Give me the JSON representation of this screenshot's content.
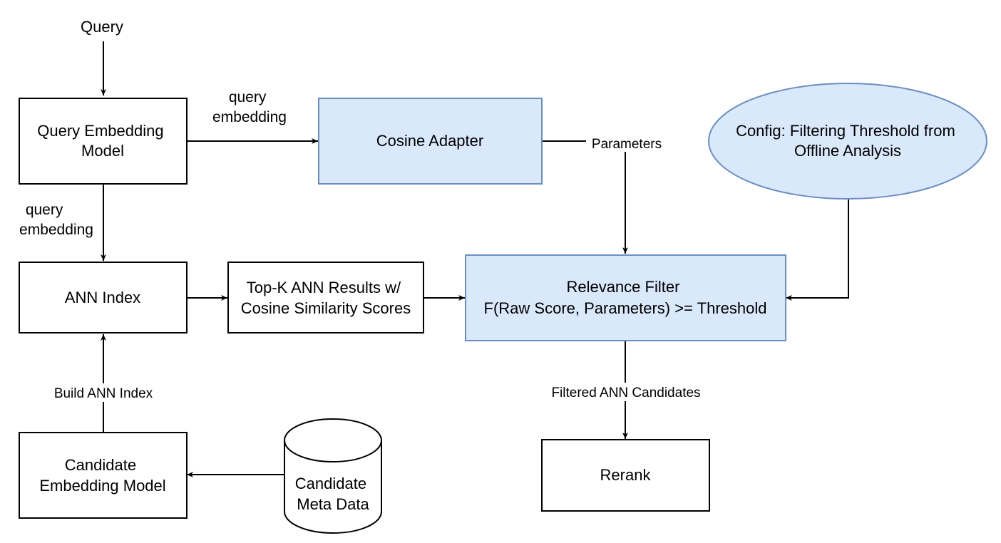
{
  "diagram": {
    "nodes": {
      "query": {
        "label": "Query"
      },
      "query_embedding_model": {
        "lines": [
          "Query Embedding",
          "Model"
        ]
      },
      "cosine_adapter": {
        "label": "Cosine Adapter"
      },
      "config": {
        "lines": [
          "Config: Filtering Threshold from",
          "Offline Analysis"
        ]
      },
      "ann_index": {
        "label": "ANN Index"
      },
      "topk_results": {
        "lines": [
          "Top-K ANN Results w/",
          "Cosine Similarity Scores"
        ]
      },
      "relevance_filter": {
        "lines": [
          "Relevance Filter",
          "F(Raw Score, Parameters) >= Threshold"
        ]
      },
      "candidate_embedding_model": {
        "lines": [
          "Candidate",
          "Embedding Model"
        ]
      },
      "candidate_meta_data": {
        "lines": [
          "Candidate",
          "Meta Data"
        ]
      },
      "rerank": {
        "label": "Rerank"
      }
    },
    "edges": {
      "qem_to_cosine": {
        "lines": [
          "query",
          "embedding"
        ]
      },
      "qem_to_ann": {
        "lines": [
          "query",
          "embedding"
        ]
      },
      "cosine_to_filter": {
        "label": "Parameters"
      },
      "candidate_to_ann": {
        "label": "Build ANN Index"
      },
      "filter_to_rerank": {
        "label": "Filtered ANN Candidates"
      }
    }
  },
  "colors": {
    "highlight_fill": "#dae8fc",
    "highlight_stroke": "#6c8ebf",
    "box_stroke": "#000000"
  }
}
